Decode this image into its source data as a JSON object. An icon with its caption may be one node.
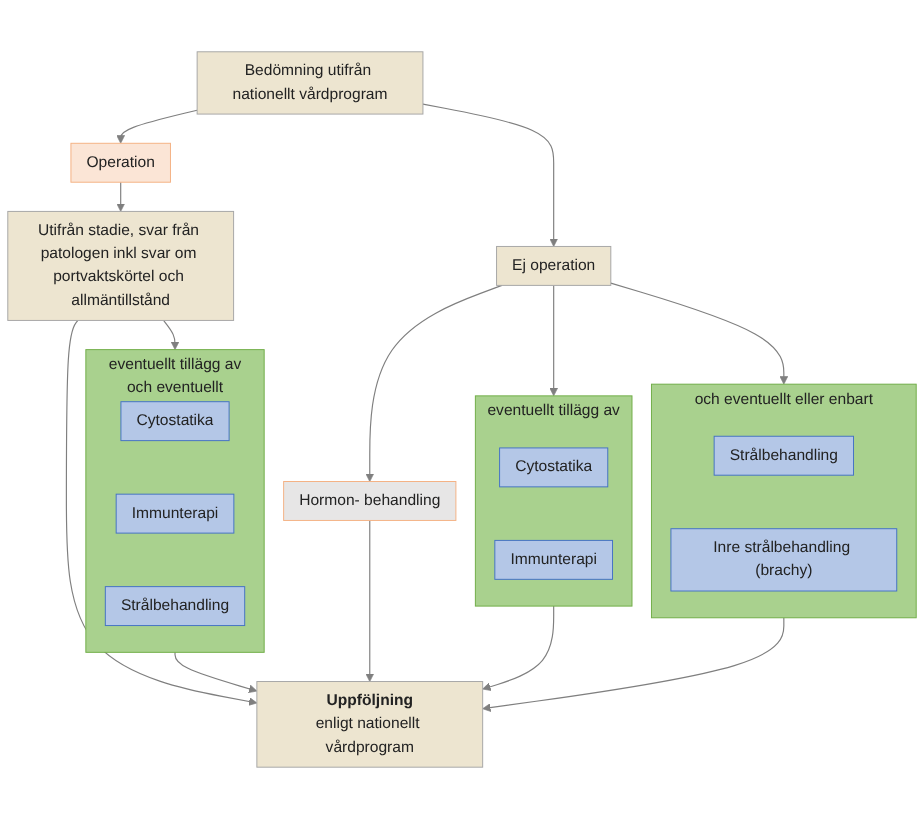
{
  "diagram": {
    "nodes": [
      {
        "text": [
          "Bedömning utifrån nationellt vårdprogram"
        ]
      },
      {
        "text": [
          "Operation"
        ]
      },
      {
        "text": [
          "Ej operation"
        ]
      },
      {
        "text": [
          "Utifrån stadie, svar från patologen inkl svar om portvaktskörtel och allmäntillstånd"
        ]
      },
      {
        "text": [
          "eventuellt tillägg av",
          "och eventuellt"
        ]
      },
      {
        "text": [
          "Cytostatika"
        ],
        "in": 4
      },
      {
        "text": [
          "Immunterapi"
        ],
        "in": 4
      },
      {
        "text": [
          "Strålbehandling"
        ],
        "in": 4
      },
      {
        "text": [
          "Hormon- behandling"
        ]
      },
      {
        "text": [
          "eventuellt tillägg av"
        ]
      },
      {
        "text": [
          "Cytostatika"
        ],
        "in": 9
      },
      {
        "text": [
          "Immunterapi"
        ],
        "in": 9
      },
      {
        "text": [
          "och eventuellt eller enbart"
        ]
      },
      {
        "text": [
          "Strålbehandling"
        ],
        "in": 12
      },
      {
        "text": [
          "Inre strålbehandling (brachy)"
        ],
        "in": 12
      },
      {
        "text": [
          "Uppföljning",
          "enligt nationellt vårdprogram"
        ]
      }
    ],
    "edges": [
      {
        "from": 0,
        "to": 1,
        "arrow": "to"
      },
      {
        "from": 0,
        "to": 2,
        "arrow": "to"
      },
      {
        "from": 1,
        "to": 3,
        "arrow": "to"
      },
      {
        "from": 3,
        "to": 15,
        "arrow": "to"
      },
      {
        "from": 3,
        "to": 4,
        "arrow": "to"
      },
      {
        "from": 4,
        "to": 15,
        "arrow": "to"
      },
      {
        "from": 2,
        "to": 8,
        "arrow": "to"
      },
      {
        "from": 2,
        "to": 9,
        "arrow": "to"
      },
      {
        "from": 2,
        "to": 12,
        "arrow": "to"
      },
      {
        "from": 8,
        "to": 15,
        "arrow": "to"
      },
      {
        "from": 9,
        "to": 15,
        "arrow": "to"
      },
      {
        "from": 12,
        "to": 15,
        "arrow": "to"
      }
    ]
  }
}
